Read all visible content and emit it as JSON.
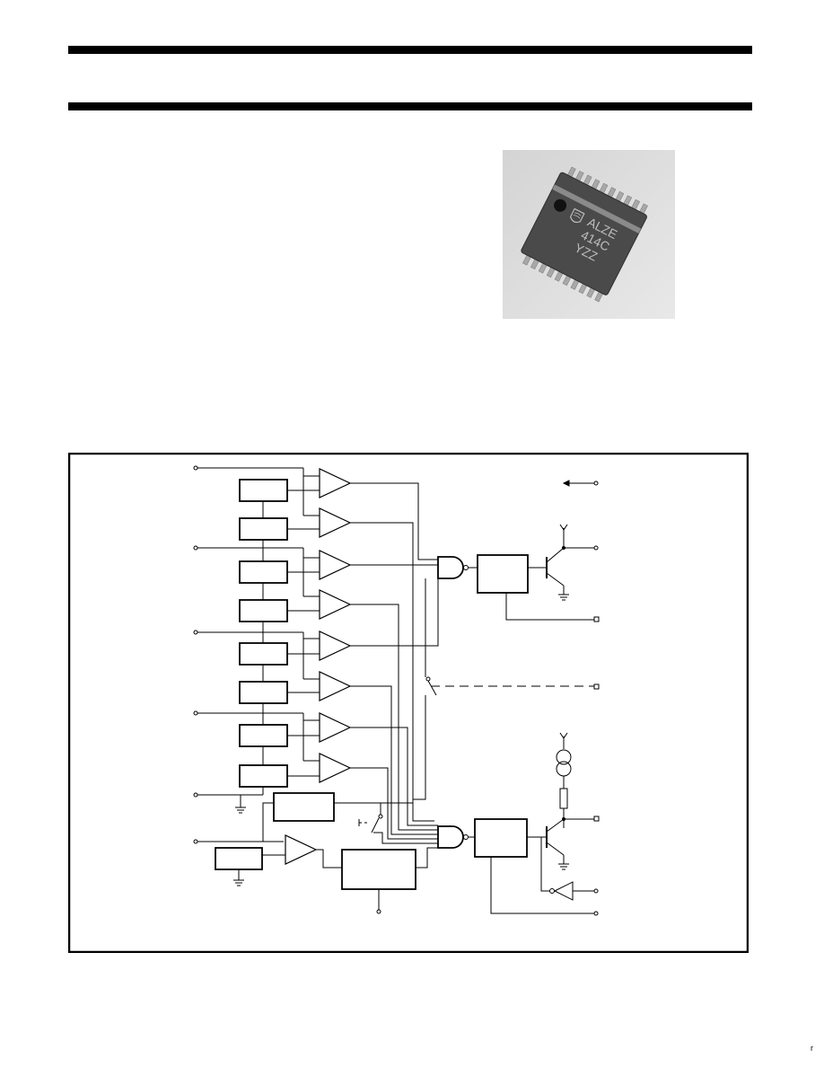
{
  "header": {
    "title": "",
    "subtitle": ""
  },
  "product_photo": {
    "marking_lines": [
      "ALZE",
      "414C",
      "YZZ"
    ],
    "logo": "philips-shield-logo"
  },
  "block_diagram": {
    "caption": ""
  },
  "footer": {
    "corner_mark": "r"
  }
}
